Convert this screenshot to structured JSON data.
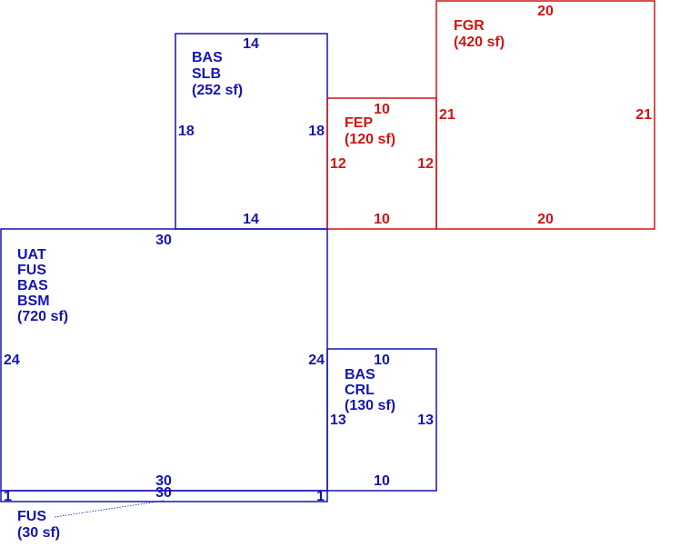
{
  "colors": {
    "blue": "#1414b4",
    "red": "#d21414",
    "background": "#ffffff"
  },
  "areas": [
    {
      "id": "bas-slb",
      "color": "blue",
      "label": [
        "BAS",
        "SLB",
        "(252 sf)"
      ],
      "dims": {
        "top": "14",
        "bottom": "14",
        "left": "18",
        "right": "18"
      }
    },
    {
      "id": "fep",
      "color": "red",
      "label": [
        "FEP",
        "(120 sf)"
      ],
      "dims": {
        "top": "10",
        "bottom": "10",
        "left": "12",
        "right": "12"
      }
    },
    {
      "id": "fgr",
      "color": "red",
      "label": [
        "FGR",
        "(420 sf)"
      ],
      "dims": {
        "top": "20",
        "bottom": "20",
        "left": "21",
        "right": "21"
      }
    },
    {
      "id": "uat-fus-bas-bsm",
      "color": "blue",
      "label": [
        "UAT",
        "FUS",
        "BAS",
        "BSM",
        "(720 sf)"
      ],
      "dims": {
        "top": "30",
        "bottom": "30",
        "left": "24",
        "right": "24"
      }
    },
    {
      "id": "bas-crl",
      "color": "blue",
      "label": [
        "BAS",
        "CRL",
        "(130 sf)"
      ],
      "dims": {
        "top": "10",
        "bottom": "10",
        "left": "13",
        "right": "13"
      }
    },
    {
      "id": "fus-strip",
      "color": "blue",
      "label": [
        "FUS",
        "(30 sf)"
      ],
      "dims": {
        "top": "30",
        "left": "1",
        "right": "1"
      }
    }
  ]
}
